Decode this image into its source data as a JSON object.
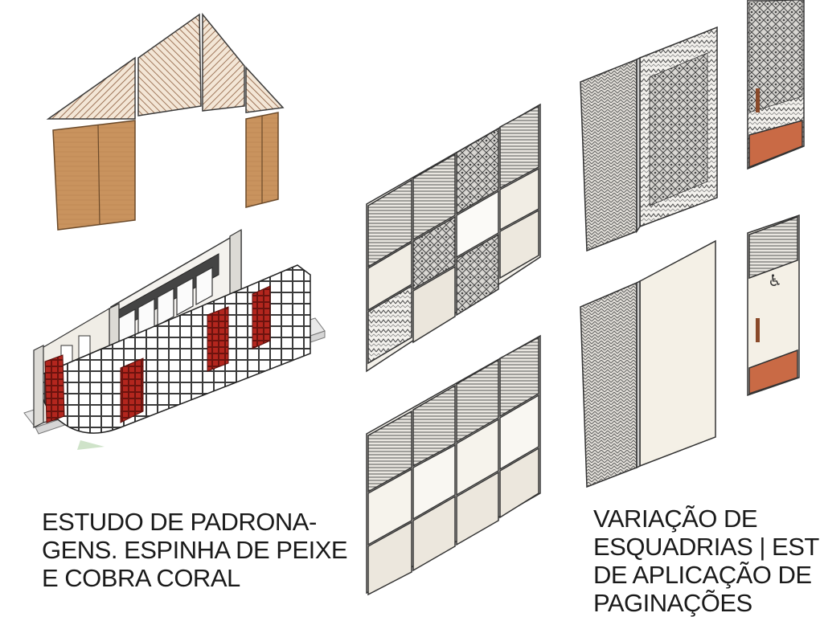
{
  "captions": {
    "left": {
      "lines": [
        "ESTUDO DE PADRONA-",
        "GENS. ESPINHA DE PEIXE",
        "E COBRA CORAL"
      ]
    },
    "right": {
      "lines": [
        "VARIAÇÃO DE",
        "ESQUADRIAS | ESTU",
        "DE APLICAÇÃO DE",
        "PAGINAÇÕES"
      ]
    }
  },
  "colors": {
    "wood": "#c9935e",
    "coral_red": "#b3261e",
    "terracotta": "#c96a45",
    "hatch": "#8a5a3a",
    "panel_fill": "#f1ede4",
    "line": "#3a3a3a"
  }
}
